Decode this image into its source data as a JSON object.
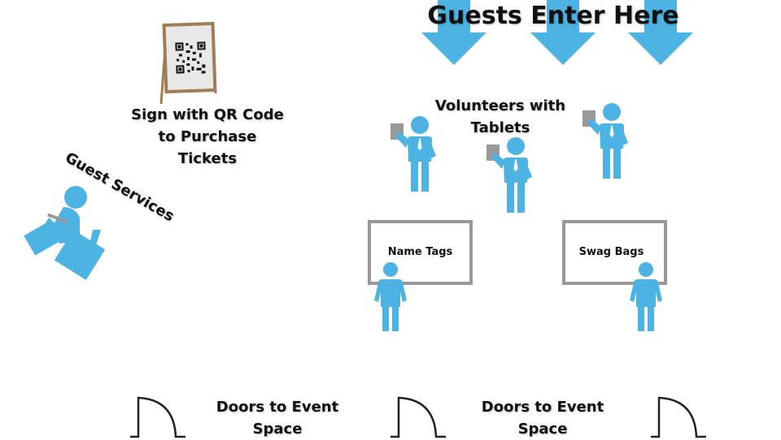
{
  "title": "Guests Enter Here",
  "qr_sign": {
    "label": "Sign with QR Code to Purchase Tickets"
  },
  "volunteers": {
    "label": "Volunteers with Tablets"
  },
  "guest_services": {
    "label": "Guest Services"
  },
  "tables": [
    {
      "label": "Name Tags"
    },
    {
      "label": "Swag Bags"
    }
  ],
  "doors": [
    {
      "label": "Doors to Event Space"
    },
    {
      "label": "Doors to Event Space"
    }
  ],
  "colors": {
    "figure": "#4db3e3",
    "tablet": "#999999",
    "table_border": "#999999",
    "sign_frame": "#a07d55",
    "door_line": "#222222"
  },
  "icons": [
    "down-arrow-icon",
    "qr-sign-icon",
    "person-icon",
    "desk-person-icon",
    "door-icon"
  ]
}
